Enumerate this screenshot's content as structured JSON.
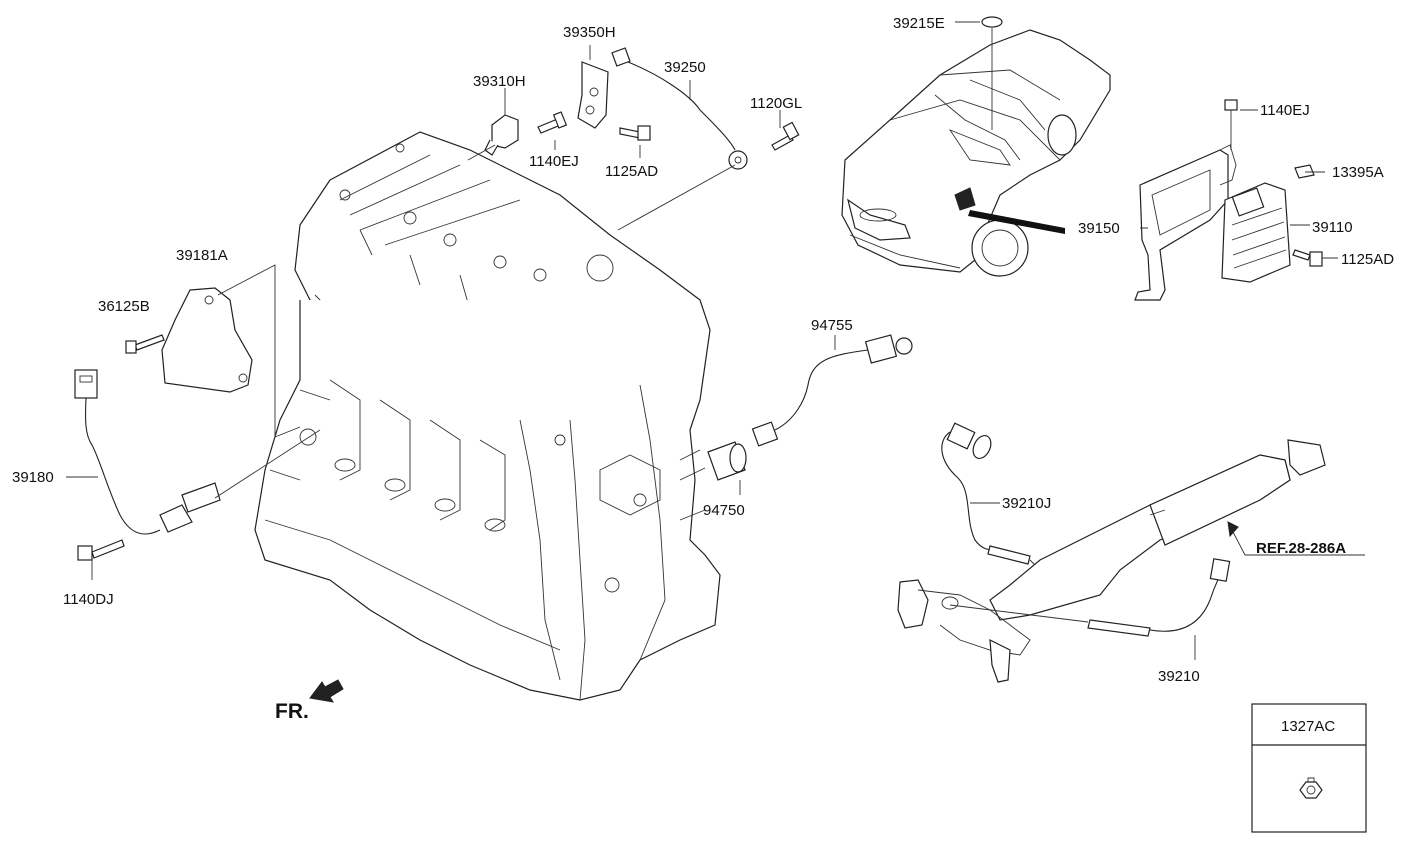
{
  "labels": {
    "p39350H": "39350H",
    "p39250": "39250",
    "p39310H": "39310H",
    "p1140EJ_a": "1140EJ",
    "p1125AD_a": "1125AD",
    "p1120GL": "1120GL",
    "p39215E": "39215E",
    "p1140EJ_b": "1140EJ",
    "p13395A": "13395A",
    "p39150": "39150",
    "p39110": "39110",
    "p1125AD_b": "1125AD",
    "p39181A": "39181A",
    "p36125B": "36125B",
    "p39180": "39180",
    "p1140DJ": "1140DJ",
    "p94755": "94755",
    "p94750": "94750",
    "p39210J": "39210J",
    "p39210": "39210",
    "ref": "REF.28-286A",
    "fr": "FR.",
    "box_label": "1327AC"
  },
  "icons": {
    "front_arrow": "front-direction-arrow-icon",
    "nut": "hex-nut-icon"
  }
}
